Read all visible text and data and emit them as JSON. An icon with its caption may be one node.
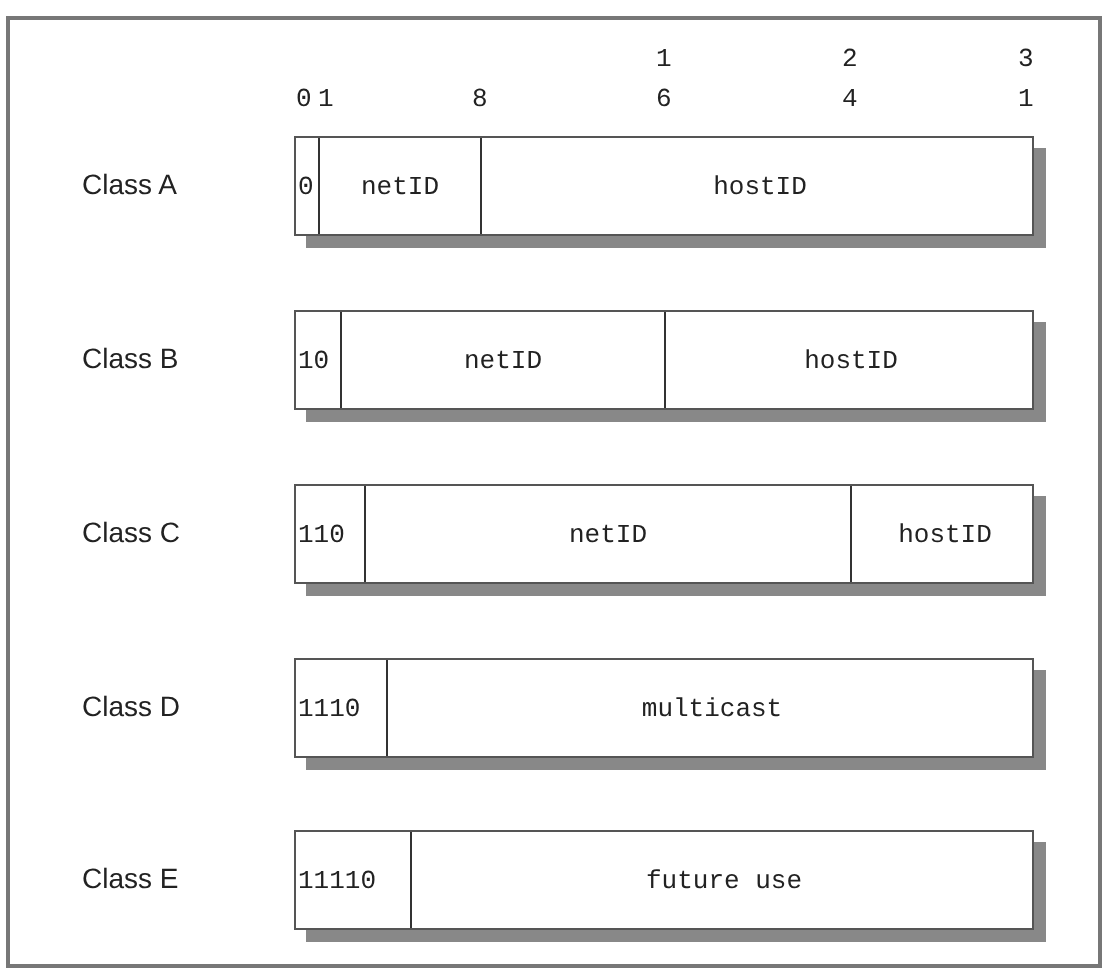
{
  "diagram": {
    "nodes": [
      {
        "text": [],
        "shape": "bar"
      },
      {
        "text": [
          "0"
        ],
        "in": 0
      },
      {
        "text": [
          "netID"
        ],
        "in": 0
      },
      {
        "text": [
          "hostID"
        ],
        "in": 0
      },
      {
        "text": [],
        "shape": "bar"
      },
      {
        "text": [
          "10"
        ],
        "in": 4
      },
      {
        "text": [
          "netID"
        ],
        "in": 4
      },
      {
        "text": [
          "hostID"
        ],
        "in": 4
      },
      {
        "text": [],
        "shape": "bar"
      },
      {
        "text": [
          "110"
        ],
        "in": 8
      },
      {
        "text": [
          "netID"
        ],
        "in": 8
      },
      {
        "text": [
          "hostID"
        ],
        "in": 8
      },
      {
        "text": [],
        "shape": "bar"
      },
      {
        "text": [
          "1110"
        ],
        "in": 12
      },
      {
        "text": [
          "multicast"
        ],
        "in": 12
      },
      {
        "text": [],
        "shape": "bar"
      },
      {
        "text": [
          "11110"
        ],
        "in": 15
      },
      {
        "text": [
          "future use"
        ],
        "in": 15
      }
    ],
    "edges": [],
    "labels": [
      "1",
      "2",
      "3",
      "0",
      "1",
      "8",
      "6",
      "4",
      "1",
      "Class A",
      "Class B",
      "Class C",
      "Class D",
      "Class E"
    ]
  }
}
